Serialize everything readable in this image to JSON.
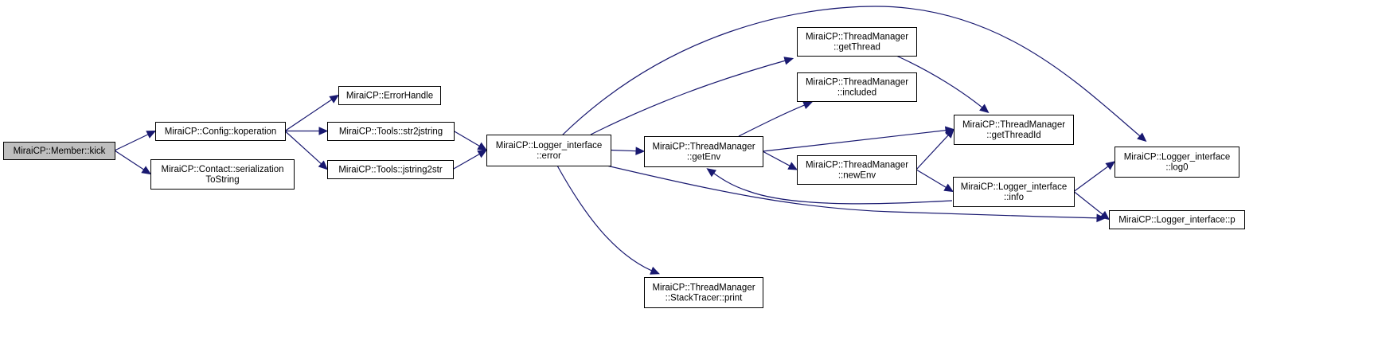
{
  "nodes": {
    "kick": {
      "lines": [
        "MiraiCP::Member::kick"
      ]
    },
    "koperation": {
      "lines": [
        "MiraiCP::Config::koperation"
      ]
    },
    "serialization": {
      "lines": [
        "MiraiCP::Contact::serialization",
        "ToString"
      ]
    },
    "errorhandle": {
      "lines": [
        "MiraiCP::ErrorHandle"
      ]
    },
    "str2jstring": {
      "lines": [
        "MiraiCP::Tools::str2jstring"
      ]
    },
    "jstring2str": {
      "lines": [
        "MiraiCP::Tools::jstring2str"
      ]
    },
    "error": {
      "lines": [
        "MiraiCP::Logger_interface",
        "::error"
      ]
    },
    "getenv": {
      "lines": [
        "MiraiCP::ThreadManager",
        "::getEnv"
      ]
    },
    "stackprint": {
      "lines": [
        "MiraiCP::ThreadManager",
        "::StackTracer::print"
      ]
    },
    "getthread": {
      "lines": [
        "MiraiCP::ThreadManager",
        "::getThread"
      ]
    },
    "included": {
      "lines": [
        "MiraiCP::ThreadManager",
        "::included"
      ]
    },
    "newenv": {
      "lines": [
        "MiraiCP::ThreadManager",
        "::newEnv"
      ]
    },
    "getthreadid": {
      "lines": [
        "MiraiCP::ThreadManager",
        "::getThreadId"
      ]
    },
    "info": {
      "lines": [
        "MiraiCP::Logger_interface",
        "::info"
      ]
    },
    "log0": {
      "lines": [
        "MiraiCP::Logger_interface",
        "::log0"
      ]
    },
    "p": {
      "lines": [
        "MiraiCP::Logger_interface::p"
      ]
    }
  },
  "edges": [
    [
      "kick",
      "koperation"
    ],
    [
      "kick",
      "serialization"
    ],
    [
      "koperation",
      "errorhandle"
    ],
    [
      "koperation",
      "str2jstring"
    ],
    [
      "koperation",
      "jstring2str"
    ],
    [
      "str2jstring",
      "error"
    ],
    [
      "jstring2str",
      "error"
    ],
    [
      "error",
      "getthread"
    ],
    [
      "error",
      "log0"
    ],
    [
      "error",
      "getenv"
    ],
    [
      "error",
      "p"
    ],
    [
      "error",
      "stackprint"
    ],
    [
      "getenv",
      "included"
    ],
    [
      "getenv",
      "getthreadid"
    ],
    [
      "getenv",
      "newenv"
    ],
    [
      "getthread",
      "getthreadid"
    ],
    [
      "newenv",
      "getthreadid"
    ],
    [
      "newenv",
      "info"
    ],
    [
      "info",
      "getenv"
    ],
    [
      "info",
      "log0"
    ],
    [
      "info",
      "p"
    ]
  ],
  "colors": {
    "edge": "#191970",
    "root_fill": "#bfbfbf",
    "node_fill": "#ffffff",
    "node_border": "#000000"
  }
}
